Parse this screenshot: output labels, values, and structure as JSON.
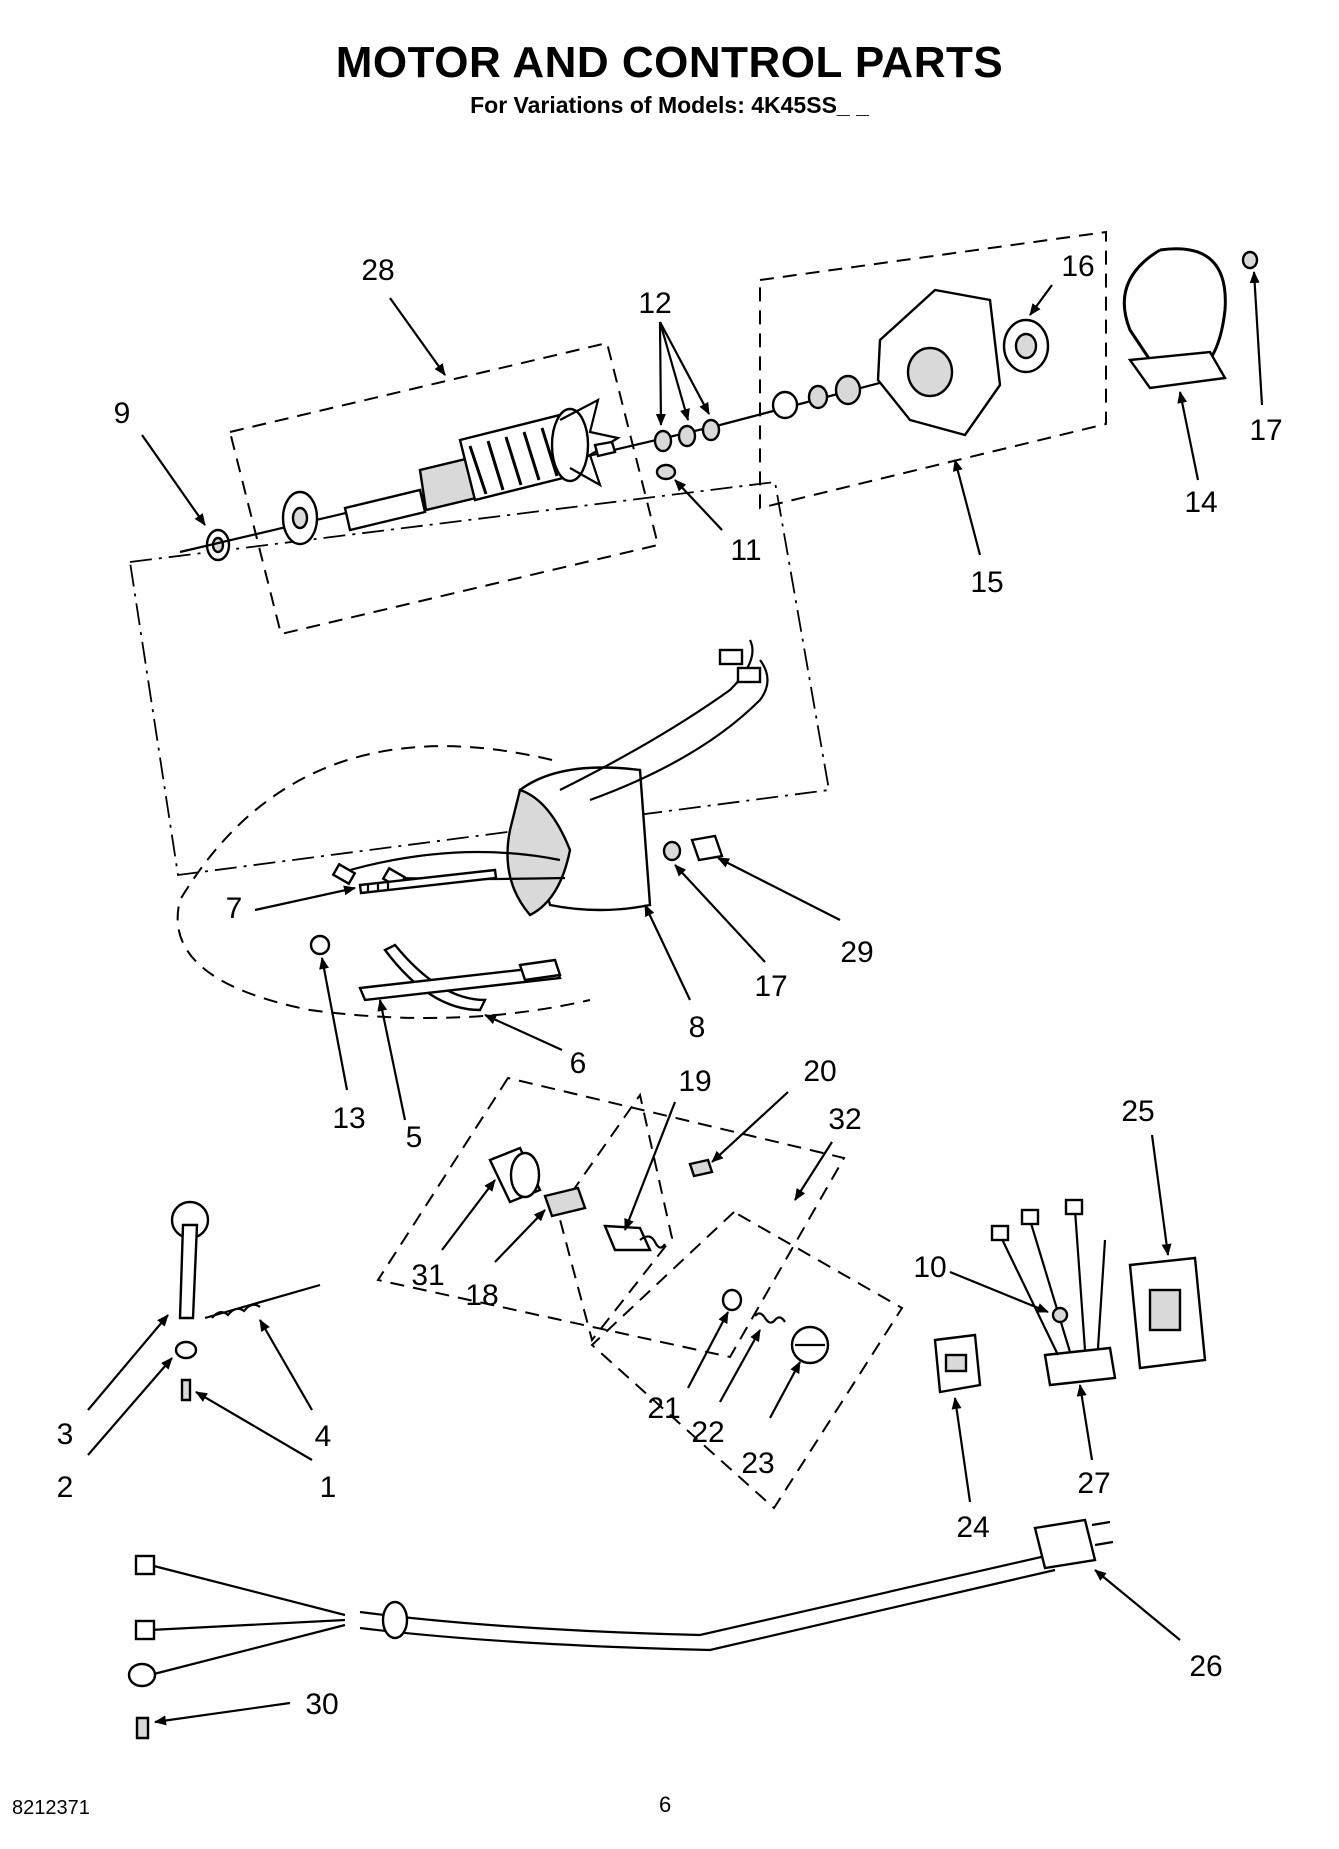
{
  "header": {
    "title": "MOTOR AND CONTROL PARTS",
    "subtitle": "For Variations of Models: 4K45SS_ _"
  },
  "footer": {
    "doc_number": "8212371",
    "page_number": "6"
  },
  "callouts": [
    "1",
    "2",
    "3",
    "4",
    "5",
    "6",
    "7",
    "8",
    "9",
    "10",
    "11",
    "12",
    "13",
    "14",
    "15",
    "16",
    "17",
    "18",
    "19",
    "20",
    "21",
    "22",
    "23",
    "24",
    "25",
    "26",
    "27",
    "28",
    "29",
    "30",
    "31",
    "32"
  ]
}
